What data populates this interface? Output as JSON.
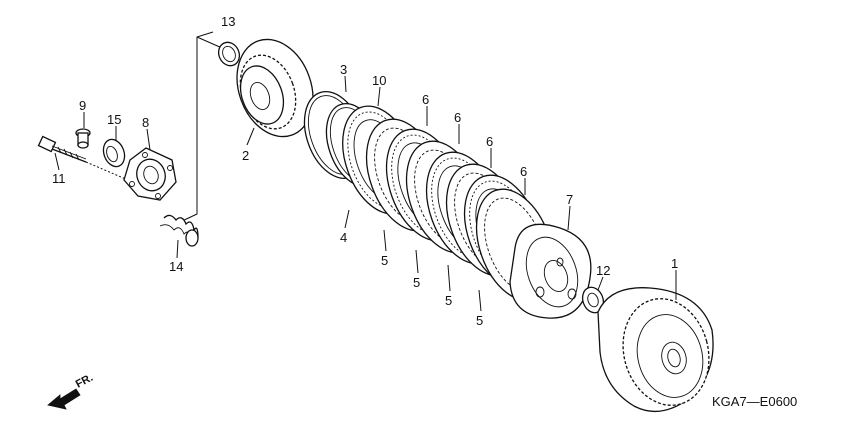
{
  "diagram": {
    "callouts": [
      {
        "id": "p1",
        "label": "1"
      },
      {
        "id": "p2",
        "label": "2"
      },
      {
        "id": "p3",
        "label": "3"
      },
      {
        "id": "p4",
        "label": "4"
      },
      {
        "id": "p5a",
        "label": "5"
      },
      {
        "id": "p5b",
        "label": "5"
      },
      {
        "id": "p5c",
        "label": "5"
      },
      {
        "id": "p5d",
        "label": "5"
      },
      {
        "id": "p6a",
        "label": "6"
      },
      {
        "id": "p6b",
        "label": "6"
      },
      {
        "id": "p6c",
        "label": "6"
      },
      {
        "id": "p6d",
        "label": "6"
      },
      {
        "id": "p7",
        "label": "7"
      },
      {
        "id": "p8",
        "label": "8"
      },
      {
        "id": "p9",
        "label": "9"
      },
      {
        "id": "p10",
        "label": "10"
      },
      {
        "id": "p11",
        "label": "11"
      },
      {
        "id": "p12",
        "label": "12"
      },
      {
        "id": "p13",
        "label": "13"
      },
      {
        "id": "p14",
        "label": "14"
      },
      {
        "id": "p15",
        "label": "15"
      }
    ],
    "diagram_code": "KGA7—E0600",
    "direction_label": "FR."
  }
}
